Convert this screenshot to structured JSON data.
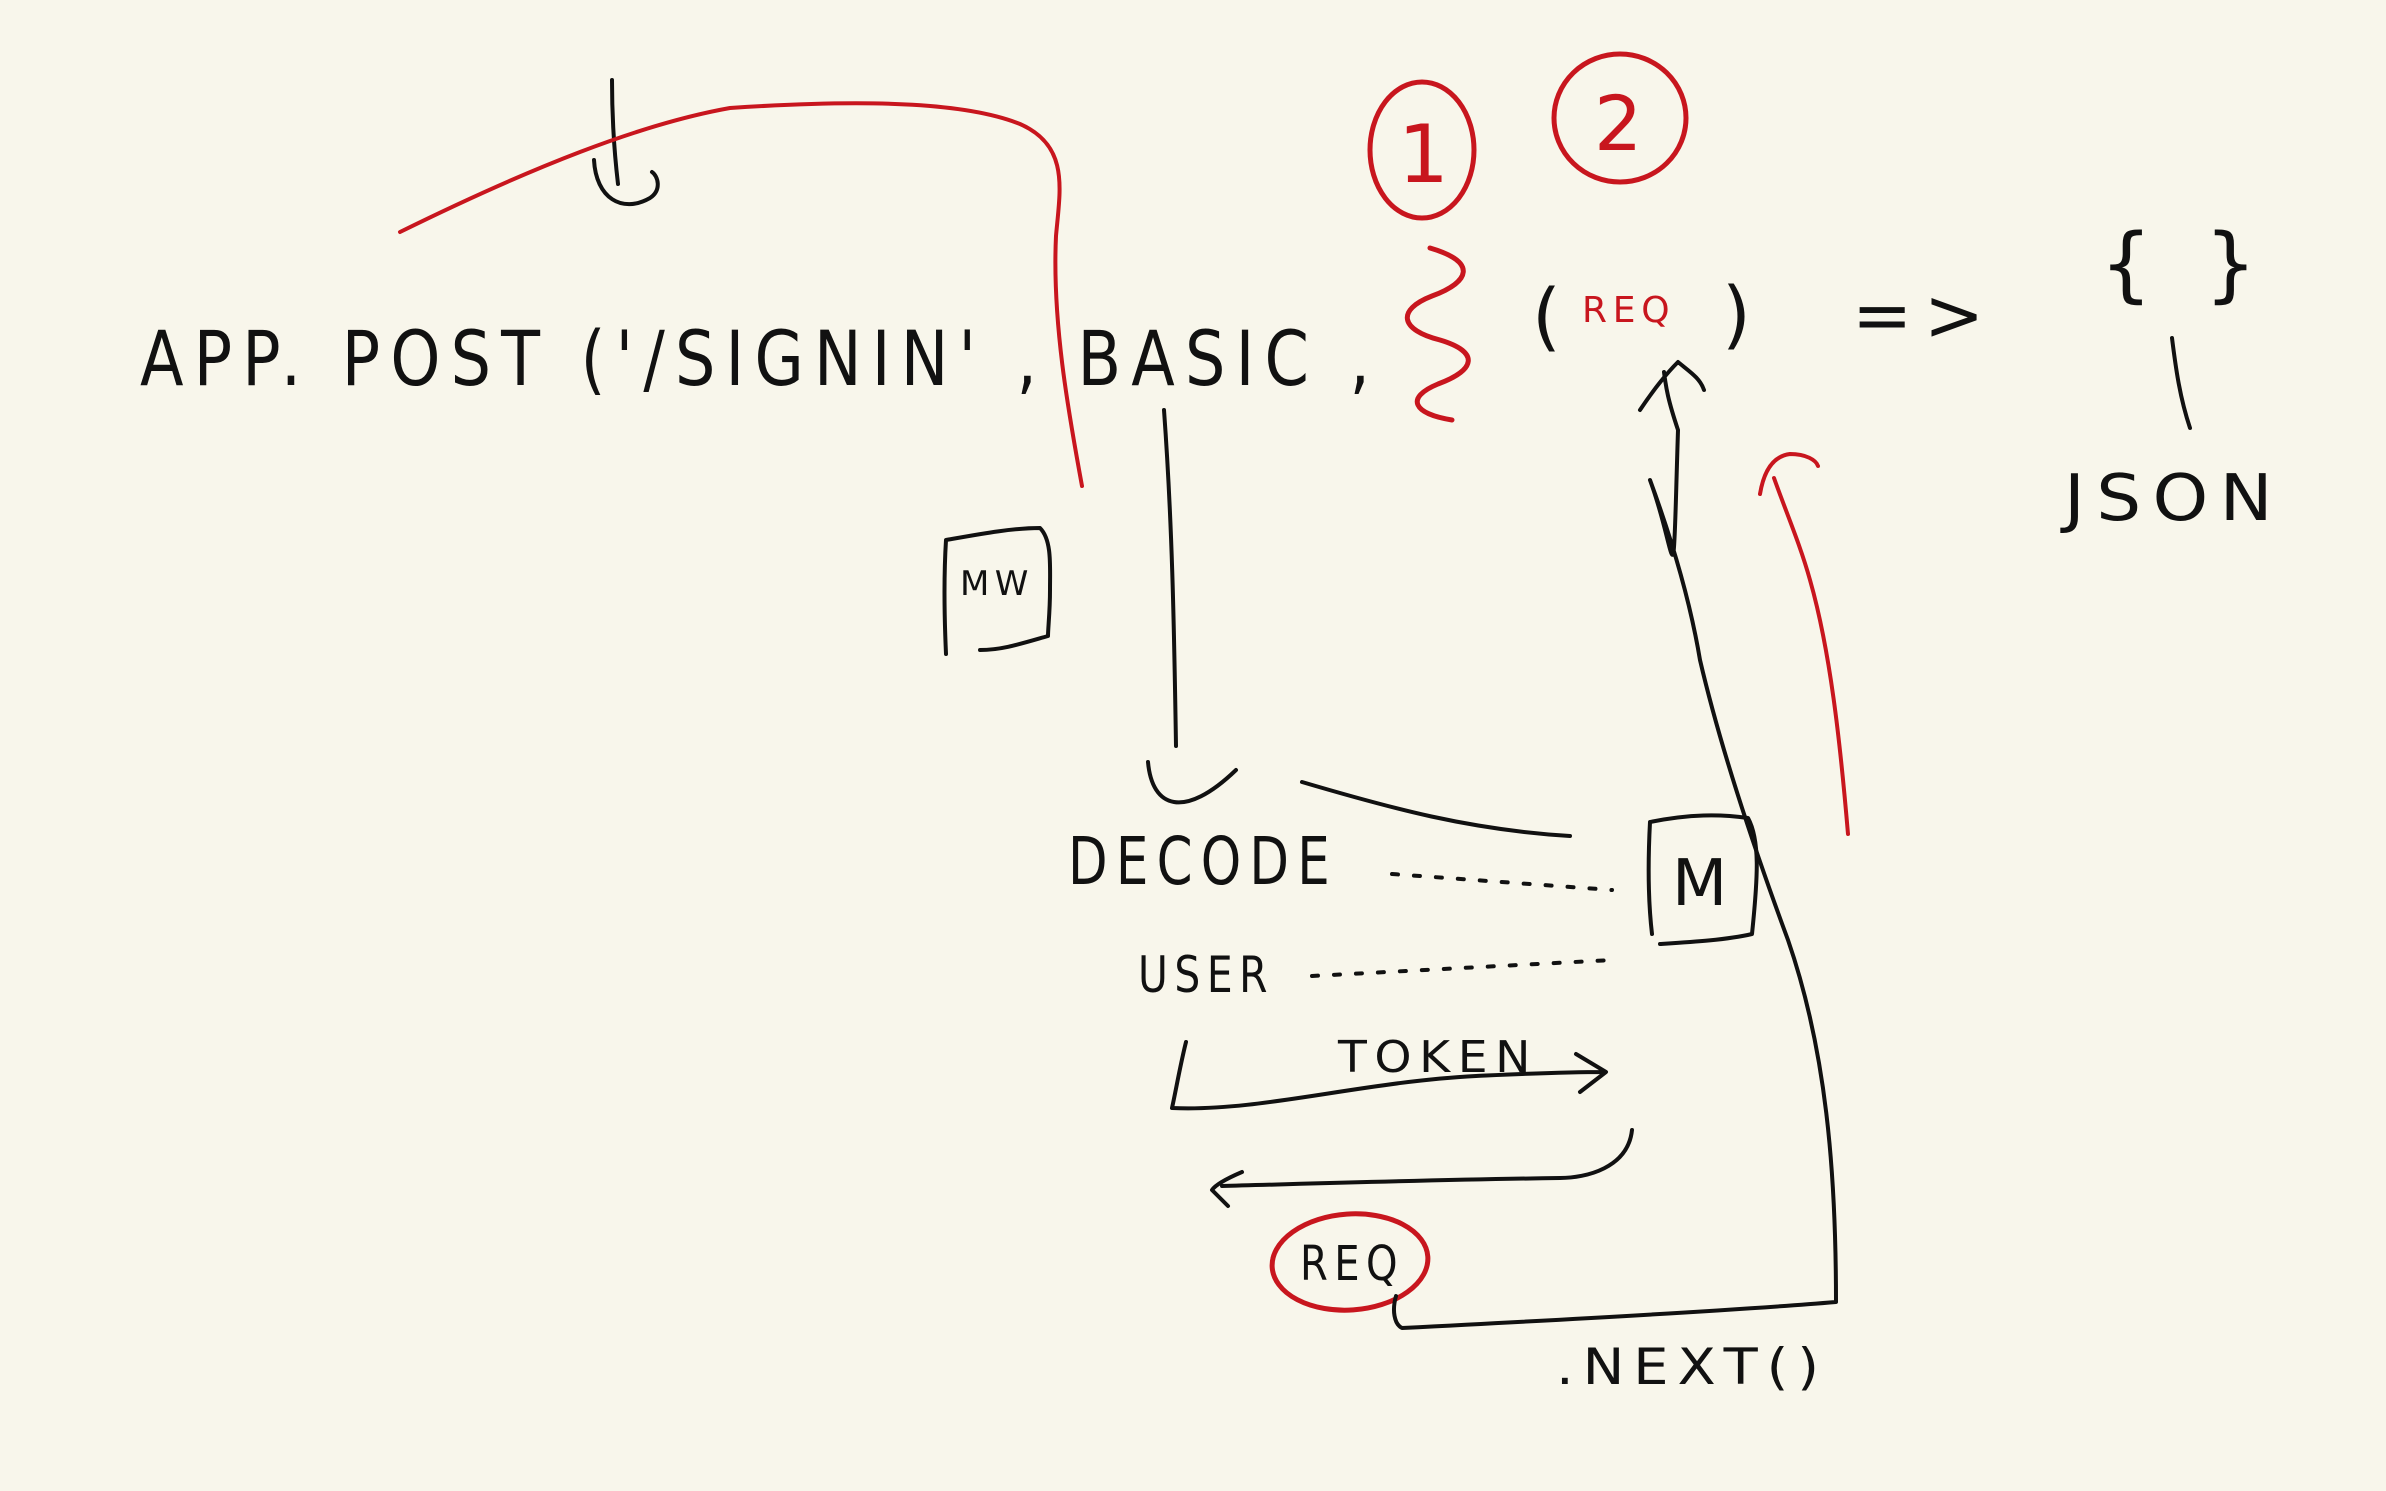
{
  "canvas": {
    "background": "#f8f6eb",
    "ink_black": "#111111",
    "ink_red": "#c8161e"
  },
  "labels": {
    "main_code": "APP. POST ('/SIGNIN' , BASIC ,",
    "handler_open": "(",
    "handler_req": "REQ",
    "handler_close": ")",
    "arrow_fn": "=>",
    "braces": "{   }",
    "json": "JSON",
    "mw_box": "MW",
    "m_box": "M",
    "circle_one": "1",
    "circle_two": "2",
    "decode": "DECODE",
    "user": "USER",
    "token": "TOKEN",
    "req_circled": "REQ",
    "next_call": ".NEXT()"
  }
}
